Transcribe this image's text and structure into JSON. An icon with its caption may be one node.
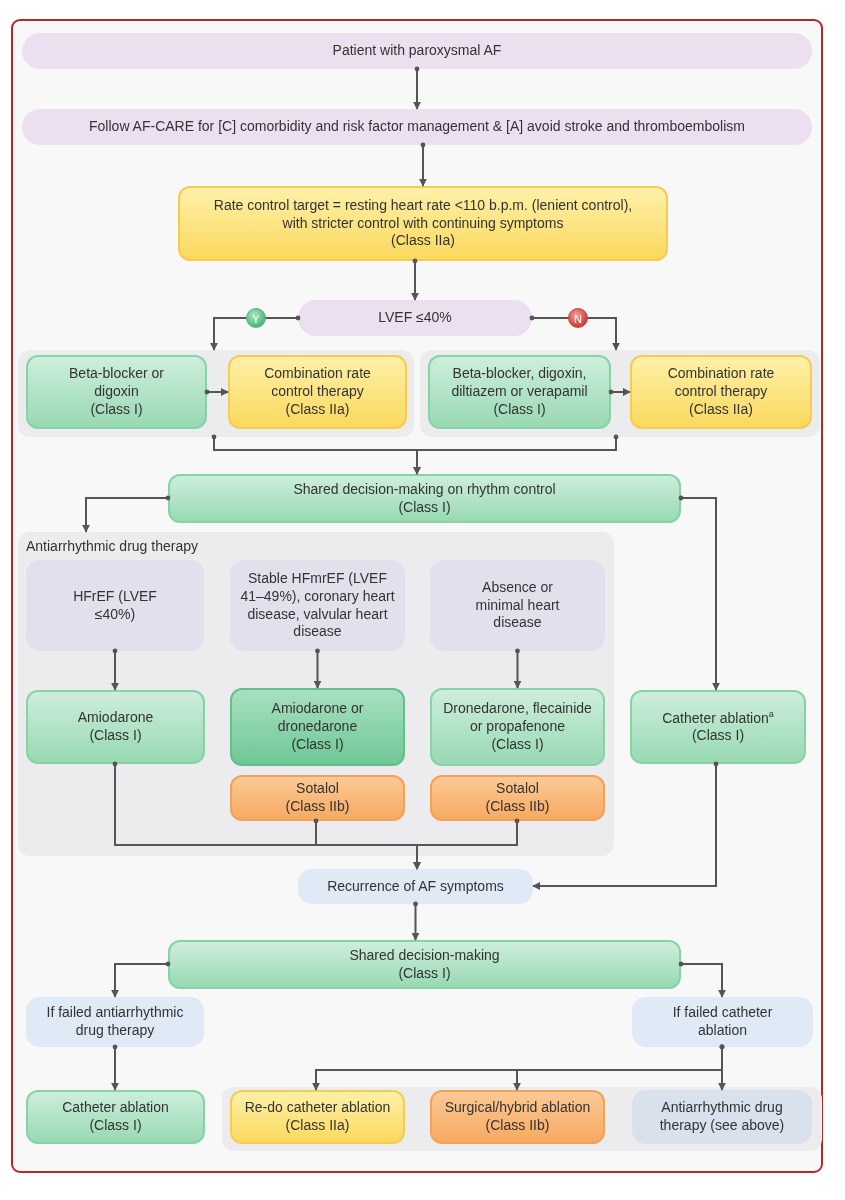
{
  "diagram": {
    "nodes": [
      {
        "text": [
          "Patient with paroxysmal AF"
        ]
      },
      {
        "text": [
          "Follow AF-CARE for [C] comorbidity and risk factor management & [A] avoid stroke and thromboembolism"
        ]
      },
      {
        "text": [
          "Rate control target = resting heart rate <110 b.p.m. (lenient control), with stricter control with continuing symptoms",
          "(Class IIa)"
        ]
      },
      {
        "text": [
          "LVEF ≤40%"
        ]
      },
      {
        "text": [],
        "shape": "box"
      },
      {
        "text": [
          "Beta-blocker or digoxin",
          "(Class I)"
        ],
        "in": 4
      },
      {
        "text": [
          "Combination rate control therapy",
          "(Class IIa)"
        ],
        "in": 4
      },
      {
        "text": [],
        "shape": "box"
      },
      {
        "text": [
          "Beta-blocker, digoxin, diltiazem or verapamil",
          "(Class I)"
        ],
        "in": 7
      },
      {
        "text": [
          "Combination rate control therapy",
          "(Class IIa)"
        ],
        "in": 7
      },
      {
        "text": [
          "Shared decision-making on rhythm control",
          "(Class I)"
        ]
      },
      {
        "text": [
          "Antiarrhythmic drug therapy"
        ]
      },
      {
        "text": [
          "HFrEF (LVEF ≤40%)"
        ],
        "in": 11
      },
      {
        "text": [
          "Stable HFmrEF (LVEF 41–49%), coronary heart disease, valvular heart disease"
        ],
        "in": 11
      },
      {
        "text": [
          "Absence or minimal heart disease"
        ],
        "in": 11
      },
      {
        "text": [
          "Amiodarone",
          "(Class I)"
        ],
        "in": 11
      },
      {
        "text": [
          "Amiodarone or dronedarone",
          "(Class I)"
        ],
        "in": 11
      },
      {
        "text": [
          "Sotalol",
          "(Class IIb)"
        ],
        "in": 11
      },
      {
        "text": [
          "Dronedarone, flecainide or propafenone",
          "(Class I)"
        ],
        "in": 11
      },
      {
        "text": [
          "Sotalol",
          "(Class IIb)"
        ],
        "in": 11
      },
      {
        "text": [
          "Catheter ablation$^{a}$",
          "(Class I)"
        ]
      },
      {
        "text": [
          "Recurrence of AF symptoms"
        ]
      },
      {
        "text": [
          "Shared decision-making",
          "(Class I)"
        ]
      },
      {
        "text": [
          "If failed antiarrhythmic drug therapy"
        ]
      },
      {
        "text": [
          "If failed catheter ablation"
        ]
      },
      {
        "text": [
          "Catheter ablation",
          "(Class I)"
        ]
      },
      {
        "text": [],
        "shape": "box"
      },
      {
        "text": [
          "Re-do catheter ablation",
          "(Class IIa)"
        ],
        "in": 26
      },
      {
        "text": [
          "Surgical/hybrid ablation",
          "(Class IIb)"
        ],
        "in": 26
      },
      {
        "text": [
          "Antiarrhythmic drug therapy (see above)"
        ],
        "in": 26
      }
    ],
    "edges": [
      {
        "from": 0,
        "to": 1,
        "arrow": "to"
      },
      {
        "from": 1,
        "to": 2,
        "arrow": "to"
      },
      {
        "from": 2,
        "to": 3,
        "arrow": "to"
      },
      {
        "from": 3,
        "to": 4,
        "arrow": "to",
        "label": "Y"
      },
      {
        "from": 3,
        "to": 7,
        "arrow": "to",
        "label": "N"
      },
      {
        "from": 5,
        "to": 6,
        "arrow": "to"
      },
      {
        "from": 8,
        "to": 9,
        "arrow": "to"
      },
      {
        "from": 4,
        "to": 10,
        "arrow": "to"
      },
      {
        "from": 7,
        "to": 10,
        "arrow": "to"
      },
      {
        "from": 10,
        "to": 11,
        "arrow": "to"
      },
      {
        "from": 10,
        "to": 20,
        "arrow": "to"
      },
      {
        "from": 12,
        "to": 15,
        "arrow": "to"
      },
      {
        "from": 13,
        "to": 16,
        "arrow": "to"
      },
      {
        "from": 14,
        "to": 18,
        "arrow": "to"
      },
      {
        "from": 15,
        "to": 21,
        "arrow": "to"
      },
      {
        "from": 17,
        "to": 21,
        "arrow": "to"
      },
      {
        "from": 19,
        "to": 21,
        "arrow": "to"
      },
      {
        "from": 20,
        "to": 21,
        "arrow": "to"
      },
      {
        "from": 21,
        "to": 22,
        "arrow": "to"
      },
      {
        "from": 22,
        "to": 23,
        "arrow": "to"
      },
      {
        "from": 22,
        "to": 24,
        "arrow": "to"
      },
      {
        "from": 23,
        "to": 25,
        "arrow": "to"
      },
      {
        "from": 24,
        "to": 27,
        "arrow": "to"
      },
      {
        "from": 24,
        "to": 28,
        "arrow": "to"
      },
      {
        "from": 24,
        "to": 29,
        "arrow": "to"
      }
    ]
  }
}
